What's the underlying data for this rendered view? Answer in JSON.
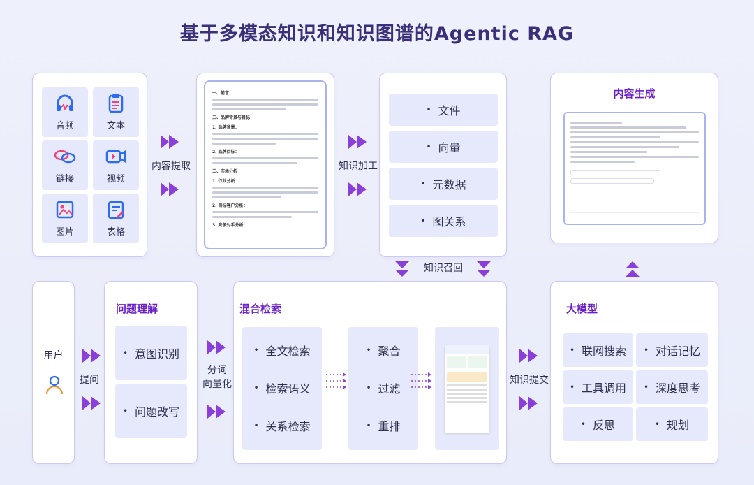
{
  "title": "基于多模态知识和知识图谱的Agentic RAG",
  "media": [
    {
      "label": "音频",
      "icon": "headphones-icon"
    },
    {
      "label": "文本",
      "icon": "document-icon"
    },
    {
      "label": "链接",
      "icon": "link-icon"
    },
    {
      "label": "视频",
      "icon": "video-icon"
    },
    {
      "label": "图片",
      "icon": "image-icon"
    },
    {
      "label": "表格",
      "icon": "table-icon"
    }
  ],
  "steps": {
    "extract": "内容提取",
    "process": "知识加工",
    "recall": "知识召回",
    "submit": "知识提交",
    "ask": "提问",
    "tokenize_line1": "分词",
    "tokenize_line2": "向量化"
  },
  "document": {
    "headings": [
      "一、前言",
      "二、品牌背景与目标",
      "1. 品牌背景：",
      "2. 品牌目标：",
      "三、市场分析",
      "1. 行业分析：",
      "2. 目标客户分析：",
      "3. 竞争对手分析："
    ]
  },
  "knowledge": [
    "文件",
    "向量",
    "元数据",
    "图关系"
  ],
  "generation": {
    "title": "内容生成"
  },
  "user": {
    "label": "用户",
    "icon": "user-icon"
  },
  "understanding": {
    "title": "问题理解",
    "items": [
      "意图识别",
      "问题改写"
    ]
  },
  "retrieval": {
    "title": "混合检索",
    "search": [
      "全文检索",
      "检索语义",
      "关系检索"
    ],
    "post": [
      "聚合",
      "过滤",
      "重排"
    ]
  },
  "llm": {
    "title": "大模型",
    "items": [
      "联网搜索",
      "对话记忆",
      "工具调用",
      "深度思考",
      "反思",
      "规划"
    ]
  },
  "colors": {
    "accent": "#6b21c8",
    "border": "#cfc8f0",
    "pill": "#e6e9fb",
    "arrow": "#8b3fd9"
  }
}
